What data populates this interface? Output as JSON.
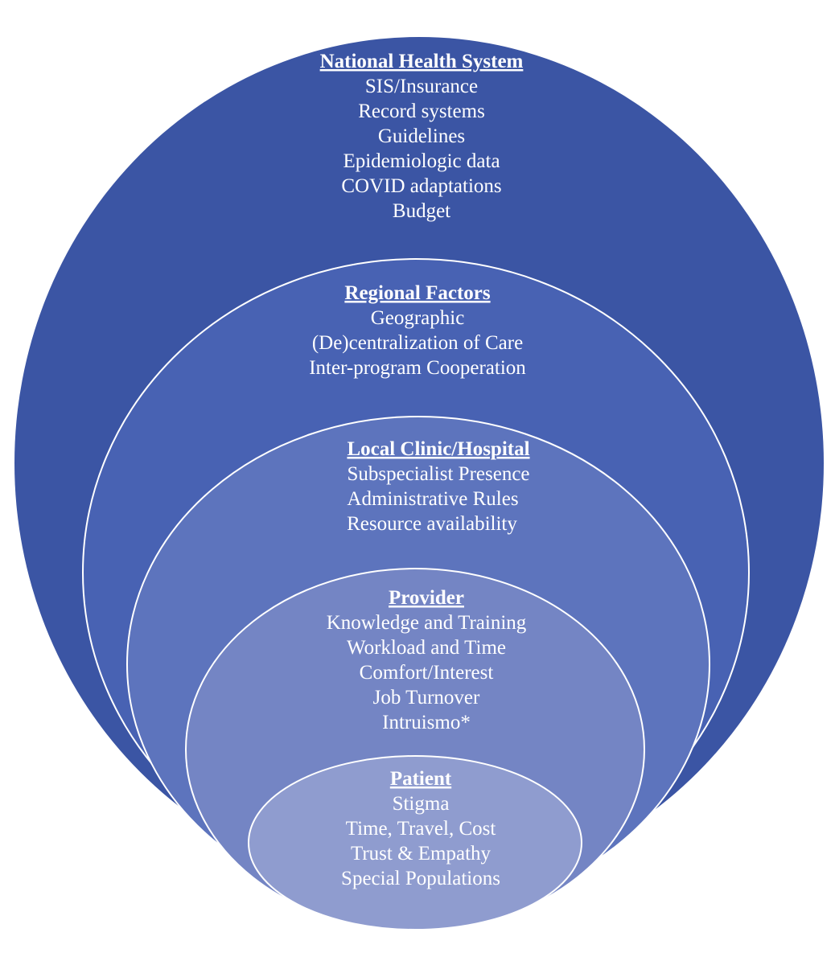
{
  "colors": {
    "national": "#3b55a4",
    "regional": "#4862b3",
    "local": "#5d74bd",
    "provider": "#7485c4",
    "patient": "#8f9ccf",
    "outline": "#ffffff",
    "text": "#ffffff"
  },
  "layers": [
    {
      "key": "national",
      "title": "National Health System",
      "items": [
        "SIS/Insurance",
        "Record systems",
        "Guidelines",
        "Epidemiologic data",
        "COVID adaptations",
        "Budget"
      ]
    },
    {
      "key": "regional",
      "title": "Regional Factors",
      "items": [
        "Geographic",
        "(De)centralization of Care",
        "Inter-program Cooperation"
      ]
    },
    {
      "key": "local",
      "title": "Local Clinic/Hospital",
      "items": [
        "Subspecialist Presence",
        "Administrative Rules",
        "Resource availability"
      ]
    },
    {
      "key": "provider",
      "title": "Provider",
      "items": [
        "Knowledge and Training",
        "Workload and Time",
        "Comfort/Interest",
        "Job Turnover",
        "Intruismo*"
      ]
    },
    {
      "key": "patient",
      "title": "Patient",
      "items": [
        "Stigma",
        "Time, Travel, Cost",
        "Trust & Empathy",
        "Special Populations"
      ]
    }
  ]
}
